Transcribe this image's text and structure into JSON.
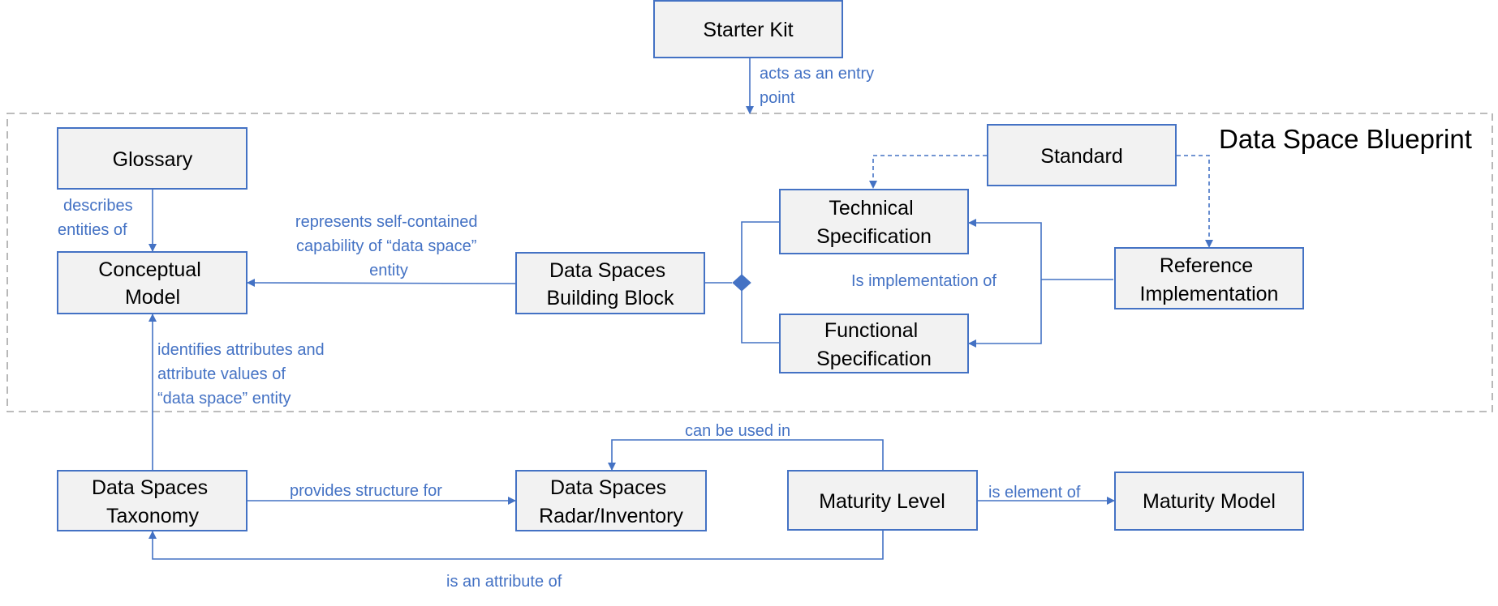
{
  "blueprint_title": "Data Space Blueprint",
  "colors": {
    "accent": "#4472c4",
    "box_fill": "#f2f2f2",
    "frame": "#a6a6a6"
  },
  "nodes": {
    "starter_kit": [
      "Starter Kit"
    ],
    "glossary": [
      "Glossary"
    ],
    "conceptual_model": [
      "Conceptual",
      "Model"
    ],
    "building_block": [
      "Data Spaces",
      "Building Block"
    ],
    "standard": [
      "Standard"
    ],
    "technical_spec": [
      "Technical",
      "Specification"
    ],
    "functional_spec": [
      "Functional",
      "Specification"
    ],
    "reference_impl": [
      "Reference",
      "Implementation"
    ],
    "taxonomy": [
      "Data Spaces",
      "Taxonomy"
    ],
    "radar": [
      "Data Spaces",
      "Radar/Inventory"
    ],
    "maturity_level": [
      "Maturity Level"
    ],
    "maturity_model": [
      "Maturity Model"
    ]
  },
  "edges": {
    "entry_point": [
      "acts as an entry",
      "point"
    ],
    "describes": [
      "describes",
      "entities of"
    ],
    "represents": [
      "represents self-contained",
      "capability of “data space”",
      "entity"
    ],
    "implementation": [
      "Is implementation of"
    ],
    "identifies": [
      "identifies attributes and",
      "attribute values of",
      "“data space” entity"
    ],
    "provides": [
      "provides structure for"
    ],
    "used_in": [
      "can be used in"
    ],
    "element_of": [
      "is element of"
    ],
    "attribute_of": [
      "is an attribute of"
    ]
  }
}
